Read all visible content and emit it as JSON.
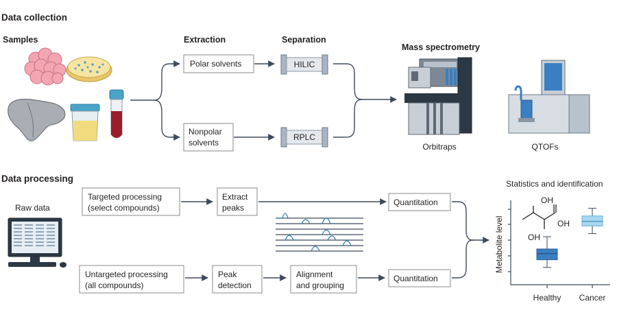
{
  "sections": {
    "collection": "Data collection",
    "processing": "Data processing"
  },
  "headers": {
    "samples": "Samples",
    "extraction": "Extraction",
    "separation": "Separation",
    "mass_spec": "Mass spectrometry"
  },
  "extraction": {
    "polar": "Polar solvents",
    "nonpolar_line1": "Nonpolar",
    "nonpolar_line2": "solvents"
  },
  "separation": {
    "hilic": "HILIC",
    "rplc": "RPLC"
  },
  "instruments": {
    "orbitraps": "Orbitraps",
    "qtofs": "QTOFs"
  },
  "processing": {
    "raw_data": "Raw data",
    "targeted_line1": "Targeted processing",
    "targeted_line2": "(select compounds)",
    "extract_line1": "Extract",
    "extract_line2": "peaks",
    "quant_top": "Quantitation",
    "untargeted_line1": "Untargeted processing",
    "untargeted_line2": "(all compounds)",
    "peak_line1": "Peak",
    "peak_line2": "detection",
    "align_line1": "Alignment",
    "align_line2": "and grouping",
    "quant_bottom": "Quantitation"
  },
  "stats": {
    "title": "Statistics and identification",
    "ylabel": "Metabolite level",
    "molecule_oh_top": "OH",
    "molecule_oh_right": "OH",
    "molecule_oh_bottom": "OH",
    "groups": [
      {
        "name": "Healthy",
        "color": "#3a7fc1",
        "whisker_low": 0.18,
        "q1": 0.28,
        "median": 0.36,
        "q3": 0.42,
        "whisker_high": 0.58
      },
      {
        "name": "Cancer",
        "color": "#a8d8f0",
        "whisker_low": 0.62,
        "q1": 0.72,
        "median": 0.78,
        "q3": 0.85,
        "whisker_high": 0.95
      }
    ]
  },
  "colors": {
    "arrow": "#3d4a5a",
    "peak_line": "#2a7ab0",
    "column": "#a9b5c2"
  }
}
